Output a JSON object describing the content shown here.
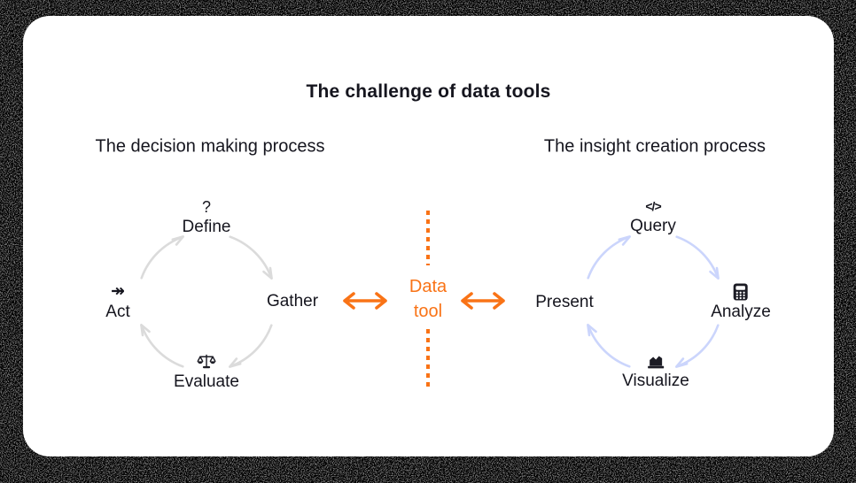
{
  "title": "The challenge of data tools",
  "left_process": {
    "heading": "The decision making process",
    "steps": [
      {
        "label": "Define",
        "icon": "question-icon"
      },
      {
        "label": "Gather",
        "icon": null
      },
      {
        "label": "Evaluate",
        "icon": "scales-icon"
      },
      {
        "label": "Act",
        "icon": "double-arrow-icon"
      }
    ]
  },
  "right_process": {
    "heading": "The insight creation process",
    "steps": [
      {
        "label": "Query",
        "icon": "code-icon"
      },
      {
        "label": "Analyze",
        "icon": "calculator-icon"
      },
      {
        "label": "Visualize",
        "icon": "chart-icon"
      },
      {
        "label": "Present",
        "icon": null
      }
    ]
  },
  "center": {
    "line1": "Data",
    "line2": "tool"
  },
  "glyphs": {
    "define": "?",
    "act": "↠",
    "query": "</>"
  },
  "colors": {
    "accent_orange": "#F97316",
    "cycle_arrow_gray": "#DBDBDB",
    "cycle_arrow_blue": "#CBD5FC",
    "text": "#15151E",
    "card_bg": "#FFFFFF",
    "page_bg": "#000000"
  }
}
